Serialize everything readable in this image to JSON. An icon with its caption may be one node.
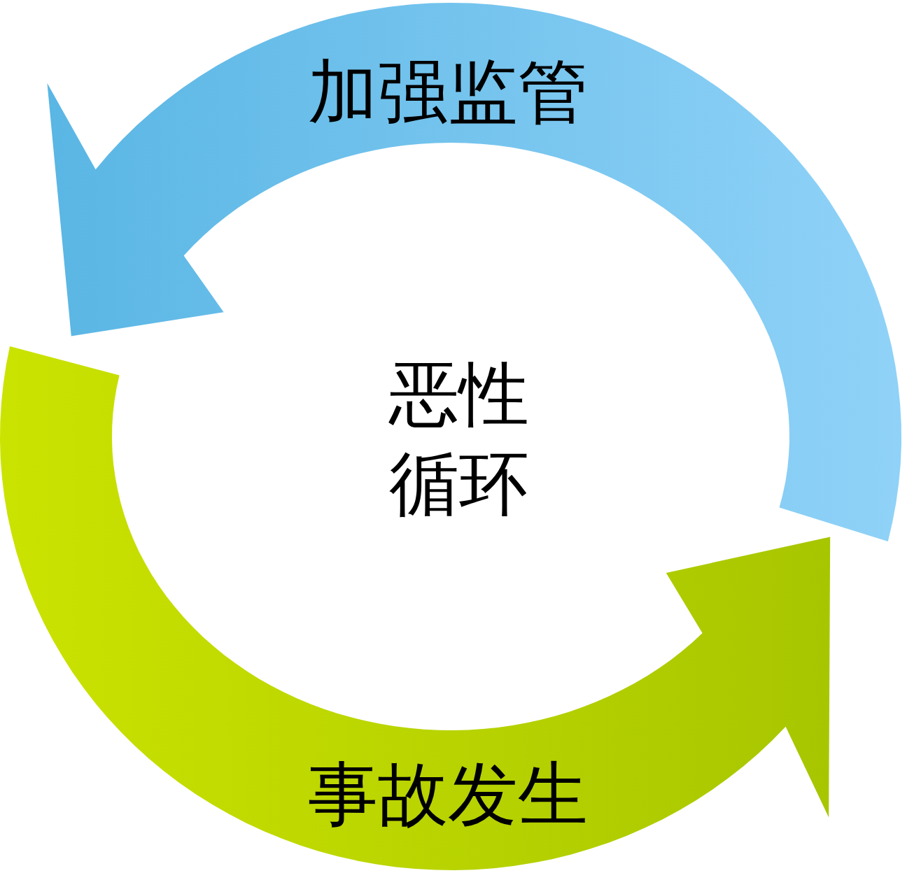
{
  "diagram": {
    "nodes": [
      {
        "text": [
          "加强监管"
        ]
      },
      {
        "text": [
          "事故发生"
        ]
      }
    ],
    "labels": [
      "恶性循环"
    ]
  }
}
